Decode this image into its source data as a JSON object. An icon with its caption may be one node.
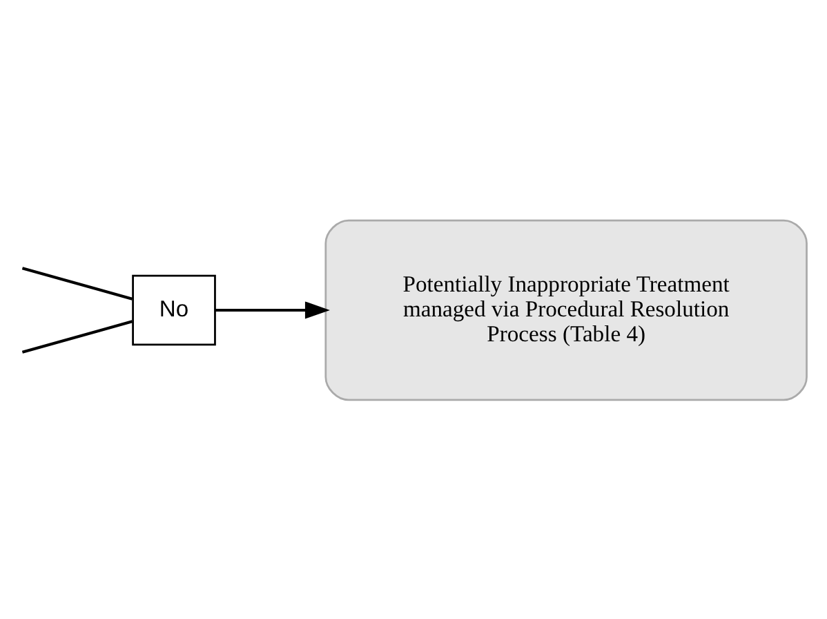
{
  "diagram": {
    "nodes": [
      {
        "text": [
          "No"
        ]
      },
      {
        "text": [
          "Potentially Inappropriate Treatment managed via Procedural Resolution Process (Table 4)"
        ]
      }
    ],
    "edges": [
      {
        "from": null,
        "to": 0,
        "arrow": "none"
      },
      {
        "from": null,
        "to": 0,
        "arrow": "none"
      },
      {
        "from": 0,
        "to": 1,
        "arrow": "to"
      }
    ]
  }
}
